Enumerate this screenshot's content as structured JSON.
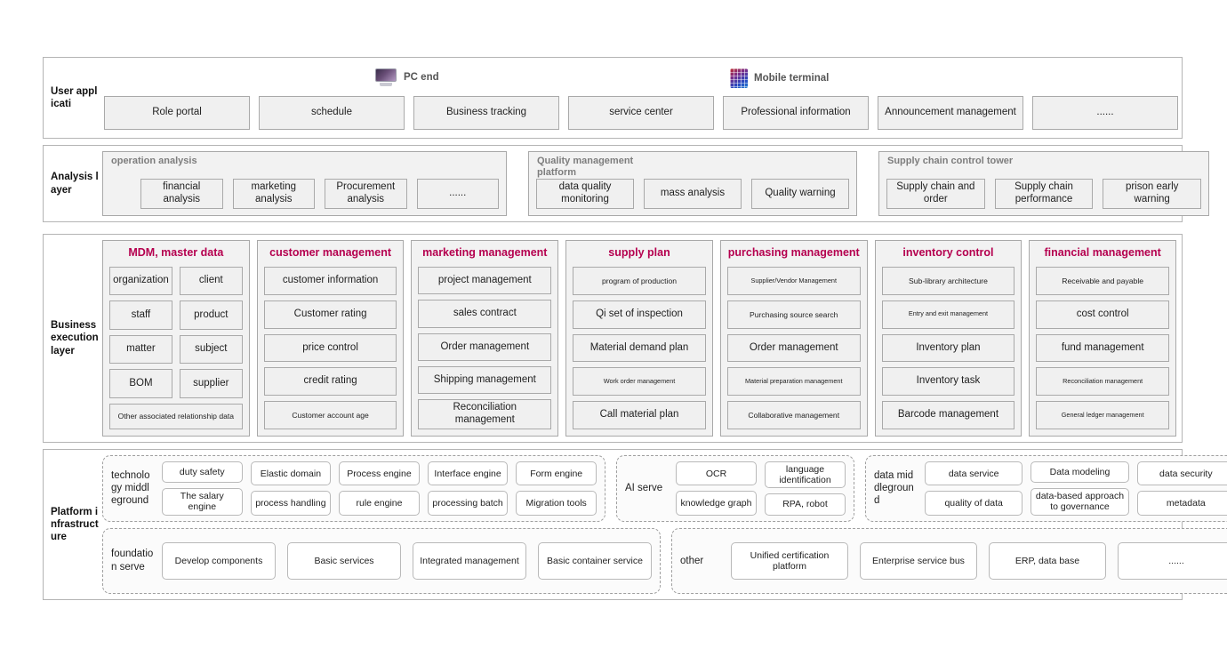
{
  "layers": {
    "user": {
      "label": "User applicati",
      "devices": [
        {
          "icon": "pc-monitor-icon",
          "label": "PC end"
        },
        {
          "icon": "mobile-phone-icon",
          "label": "Mobile terminal"
        }
      ],
      "apps": [
        "Role portal",
        "schedule",
        "Business tracking",
        "service center",
        "Professional information",
        "Announcement management",
        "......"
      ]
    },
    "analysis": {
      "label": "Analysis layer",
      "groups": [
        {
          "title": "operation analysis",
          "items": [
            "financial analysis",
            "marketing analysis",
            "Procurement analysis",
            "......"
          ]
        },
        {
          "title": "Quality management platform",
          "items": [
            "data quality monitoring",
            "mass analysis",
            "Quality warning"
          ]
        },
        {
          "title": "Supply chain control tower",
          "items": [
            "Supply chain and order",
            "Supply chain performance",
            "prison early warning"
          ]
        }
      ]
    },
    "business": {
      "label": "Business execution layer",
      "title_color": "#b5004f",
      "columns": [
        {
          "title": "MDM, master data",
          "layout": "grid2",
          "items": [
            {
              "text": "organization",
              "size": "normal"
            },
            {
              "text": "client",
              "size": "normal"
            },
            {
              "text": "staff",
              "size": "normal"
            },
            {
              "text": "product",
              "size": "normal"
            },
            {
              "text": "matter",
              "size": "normal"
            },
            {
              "text": "subject",
              "size": "normal"
            },
            {
              "text": "BOM",
              "size": "normal"
            },
            {
              "text": "supplier",
              "size": "normal"
            },
            {
              "text": "Other associated relationship data",
              "size": "small",
              "full": true
            }
          ]
        },
        {
          "title": "customer management",
          "layout": "list",
          "items": [
            {
              "text": "customer information",
              "size": "normal"
            },
            {
              "text": "Customer rating",
              "size": "normal"
            },
            {
              "text": "price control",
              "size": "normal"
            },
            {
              "text": "credit rating",
              "size": "normal"
            },
            {
              "text": "Customer account age",
              "size": "small"
            }
          ]
        },
        {
          "title": "marketing management",
          "layout": "list",
          "items": [
            {
              "text": "project management",
              "size": "normal"
            },
            {
              "text": "sales contract",
              "size": "normal"
            },
            {
              "text": "Order management",
              "size": "normal"
            },
            {
              "text": "Shipping management",
              "size": "normal"
            },
            {
              "text": "Reconciliation management",
              "size": "normal"
            }
          ]
        },
        {
          "title": "supply plan",
          "layout": "list",
          "items": [
            {
              "text": "program of production",
              "size": "small"
            },
            {
              "text": "Qi set of inspection",
              "size": "normal"
            },
            {
              "text": "Material demand plan",
              "size": "normal"
            },
            {
              "text": "Work order management",
              "size": "tiny"
            },
            {
              "text": "Call material plan",
              "size": "normal"
            }
          ]
        },
        {
          "title": "purchasing management",
          "layout": "list",
          "items": [
            {
              "text": "Supplier/Vendor Management",
              "size": "tiny"
            },
            {
              "text": "Purchasing source search",
              "size": "small"
            },
            {
              "text": "Order management",
              "size": "normal"
            },
            {
              "text": "Material preparation management",
              "size": "tiny"
            },
            {
              "text": "Collaborative management",
              "size": "small"
            }
          ]
        },
        {
          "title": "inventory control",
          "layout": "list",
          "items": [
            {
              "text": "Sub-library architecture",
              "size": "small"
            },
            {
              "text": "Entry and exit management",
              "size": "tiny"
            },
            {
              "text": "Inventory plan",
              "size": "normal"
            },
            {
              "text": "Inventory task",
              "size": "normal"
            },
            {
              "text": "Barcode management",
              "size": "normal"
            }
          ]
        },
        {
          "title": "financial management",
          "layout": "list",
          "items": [
            {
              "text": "Receivable and payable",
              "size": "small"
            },
            {
              "text": "cost control",
              "size": "normal"
            },
            {
              "text": "fund management",
              "size": "normal"
            },
            {
              "text": "Reconciliation management",
              "size": "tiny"
            },
            {
              "text": "General ledger management",
              "size": "tiny"
            }
          ]
        }
      ]
    },
    "platform": {
      "label": "Platform infrastructure",
      "groups": [
        {
          "id": "technology-middleground",
          "label": "technology middleground",
          "layout": "columns",
          "columns": [
            [
              "duty safety",
              "The salary engine"
            ],
            [
              "Elastic domain",
              "process handling"
            ],
            [
              "Process engine",
              "rule engine"
            ],
            [
              "Interface engine",
              "processing batch"
            ],
            [
              "Form engine",
              "Migration tools"
            ]
          ]
        },
        {
          "id": "ai-serve",
          "label": "AI serve",
          "layout": "columns",
          "columns": [
            [
              "OCR",
              "knowledge graph"
            ],
            [
              "language identification",
              "RPA, robot"
            ]
          ]
        },
        {
          "id": "data-middleground",
          "label": "data middleground",
          "layout": "columns",
          "columns": [
            [
              "data service",
              "quality of data"
            ],
            [
              "Data modeling",
              "data-based approach to governance"
            ],
            [
              "data security",
              "metadata"
            ]
          ]
        },
        {
          "id": "foundation-serve",
          "label": "foundation serve",
          "layout": "flat",
          "items": [
            "Develop components",
            "Basic services",
            "Integrated management",
            "Basic container service"
          ]
        },
        {
          "id": "other",
          "label": "other",
          "layout": "flat",
          "items": [
            "Unified certification platform",
            "Enterprise service bus",
            "ERP, data base",
            "......"
          ]
        }
      ]
    }
  }
}
